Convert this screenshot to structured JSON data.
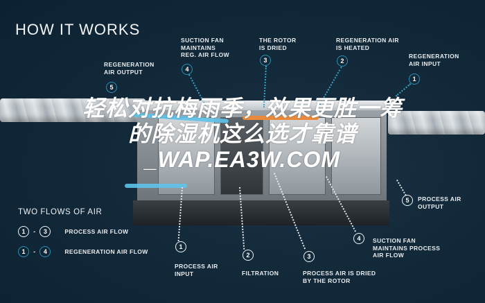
{
  "title": "HOW IT WORKS",
  "watermark": "轻松对抗梅雨季，效果更胜一筹的除湿机这么选才靠谱_WAP.EA3W.COM",
  "colors": {
    "background": "#0c2232",
    "regeneration_accent": "#2a8fb5",
    "process_accent": "#f2f4f6",
    "text": "#e8ecef"
  },
  "regeneration_steps": [
    {
      "number": "1",
      "label": "REGENERATION\nAIR INPUT"
    },
    {
      "number": "2",
      "label": "REGENERATION AIR\nIS HEATED"
    },
    {
      "number": "3",
      "label": "THE ROTOR\nIS DRIED"
    },
    {
      "number": "4",
      "label": "SUCTION FAN\nMAINTAINS\nREG. AIR FLOW"
    },
    {
      "number": "5",
      "label": "REGENERATION\nAIR OUTPUT"
    }
  ],
  "process_steps": [
    {
      "number": "1",
      "label": "PROCESS AIR\nINPUT"
    },
    {
      "number": "2",
      "label": "FILTRATION"
    },
    {
      "number": "3",
      "label": "PROCESS AIR IS DRIED\nBY THE ROTOR"
    },
    {
      "number": "4",
      "label": "SUCTION FAN\nMAINTAINS PROCESS\nAIR FLOW"
    },
    {
      "number": "5",
      "label": "PROCESS AIR\nOUTPUT"
    }
  ],
  "legend": {
    "title": "TWO FLOWS OF AIR",
    "items": [
      {
        "from": "1",
        "to": "3",
        "label": "PROCESS AIR FLOW",
        "style": "white"
      },
      {
        "from": "1",
        "to": "4",
        "label": "REGENERATION AIR FLOW",
        "style": "blue"
      }
    ],
    "separator": "-"
  }
}
